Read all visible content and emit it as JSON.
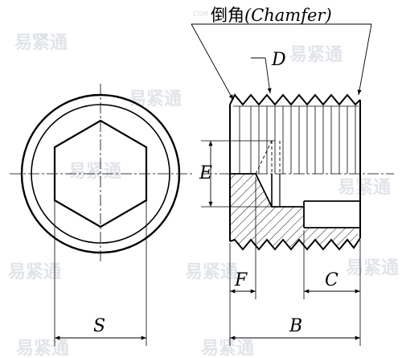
{
  "labels": {
    "chamfer_cn": "倒角",
    "chamfer_en": "(Chamfer)",
    "d": "D",
    "e": "E",
    "f": "F",
    "c": "C",
    "s": "S",
    "b": "B"
  },
  "watermark": {
    "text": "易紧通",
    "small": "COM"
  },
  "colors": {
    "line": "#000000",
    "watermark": "#c9ced6"
  }
}
